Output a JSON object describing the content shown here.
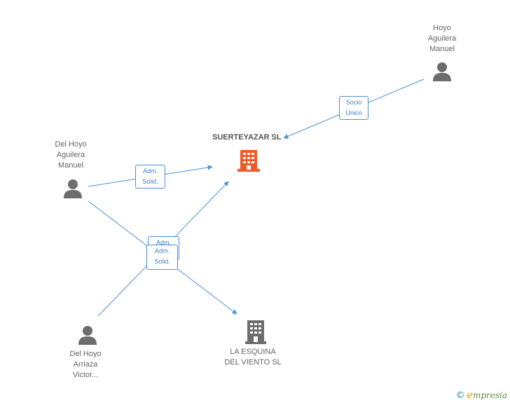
{
  "persons": [
    {
      "name": "Hoyo\nAguilera\nManuel"
    },
    {
      "name": "Del Hoyo\nAguilera\nManuel"
    },
    {
      "name": "Del Hoyo\nArriaza\nVictor..."
    }
  ],
  "companies": [
    {
      "name": "SUERTEYAZAR SL",
      "color": "#f05a28"
    },
    {
      "name": "LA ESQUINA\nDEL VIENTO SL",
      "color": "#6d6d6d"
    }
  ],
  "edges": [
    {
      "label": "Socio\nÚnico"
    },
    {
      "label": "Adm.\nSolid."
    },
    {
      "label": "Adm.\nSolid."
    },
    {
      "label": "Adm.\nSolid."
    }
  ],
  "footer": {
    "copyright": "©",
    "brand_initial": "e",
    "brand_rest": "mpresia"
  },
  "colors": {
    "edge": "#4a90d9",
    "person_icon": "#6d6d6d"
  }
}
